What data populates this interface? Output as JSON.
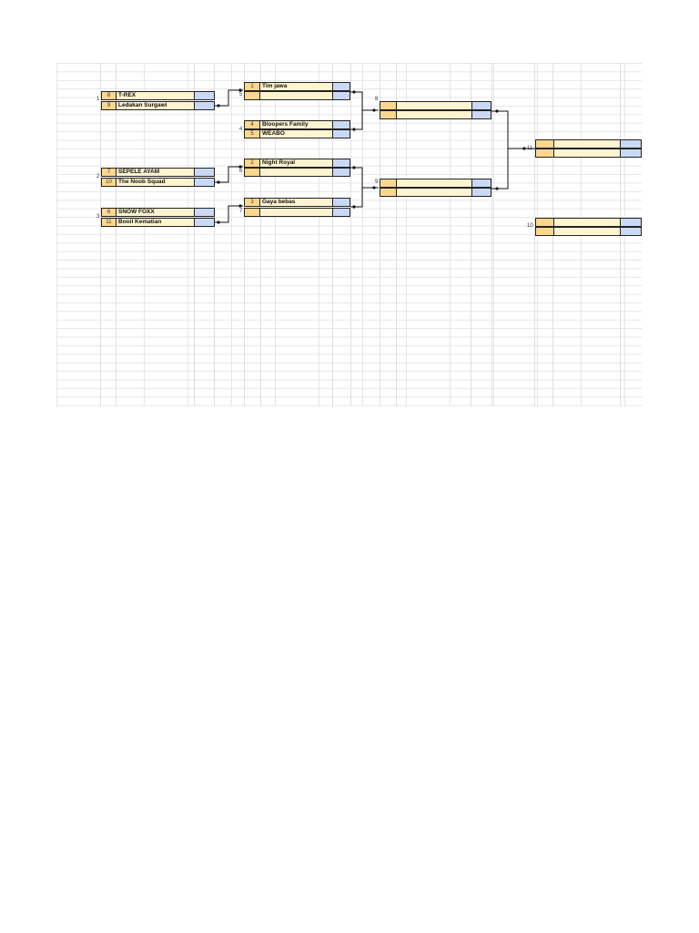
{
  "sheet": {
    "grid_color": "#e6e6e6"
  },
  "colors": {
    "seed_bg": "#fbd78d",
    "name_bg": "#fff4d0",
    "score_bg": "#c9d9f5",
    "line": "#111111"
  },
  "round1": [
    {
      "match_no": "1",
      "top": {
        "seed": "8",
        "team": "T-REX"
      },
      "bottom": {
        "seed": "9",
        "team": "Ledakan Surgawi"
      }
    },
    {
      "match_no": "2",
      "top": {
        "seed": "7",
        "team": "SEPELE AYAM"
      },
      "bottom": {
        "seed": "10",
        "team": "The Noob Squad"
      }
    },
    {
      "match_no": "3",
      "top": {
        "seed": "6",
        "team": "SNOW FOXX"
      },
      "bottom": {
        "seed": "11",
        "team": "Booil Kematian"
      }
    }
  ],
  "round2": [
    {
      "match_no": "5",
      "top": {
        "seed": "1",
        "team": "Tim jawa"
      },
      "bottom": {
        "seed": "",
        "team": ""
      }
    },
    {
      "match_no": "4",
      "top": {
        "seed": "4",
        "team": "Bloopers Family"
      },
      "bottom": {
        "seed": "5",
        "team": "WEABO"
      }
    },
    {
      "match_no": "6",
      "top": {
        "seed": "2",
        "team": "Night Royal"
      },
      "bottom": {
        "seed": "",
        "team": ""
      }
    },
    {
      "match_no": "7",
      "top": {
        "seed": "3",
        "team": "Gaya bebas"
      },
      "bottom": {
        "seed": "",
        "team": ""
      }
    }
  ],
  "round3": [
    {
      "match_no": "8"
    },
    {
      "match_no": "9"
    }
  ],
  "final": {
    "match_no": "11"
  },
  "third_place": {
    "match_no": "10"
  }
}
